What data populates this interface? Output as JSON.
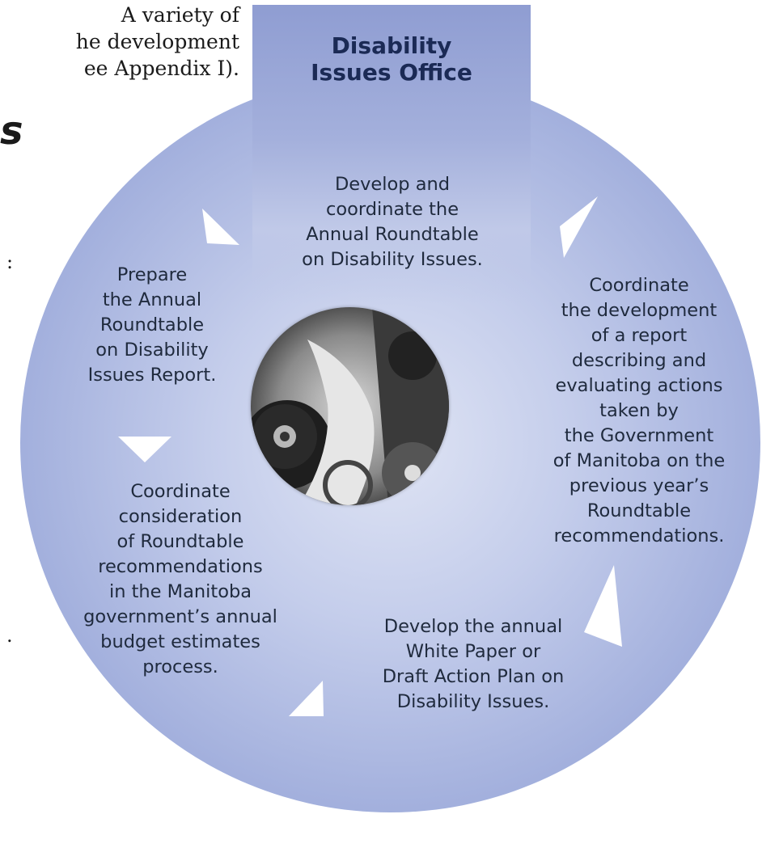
{
  "intro_text": [
    "A variety of",
    "he development",
    "ee Appendix I)."
  ],
  "heading_fragment": "s",
  "stray_marks": [
    ":",
    "."
  ],
  "office_title": [
    "Disability",
    "Issues Office"
  ],
  "nodes": {
    "top": [
      "Develop and",
      "coordinate the",
      "Annual Roundtable",
      "on Disability Issues."
    ],
    "right": [
      "Coordinate",
      "the development",
      "of a report",
      "describing and",
      "evaluating actions",
      "taken by",
      "the Government",
      "of Manitoba on the",
      "previous year’s",
      "Roundtable",
      "recommendations."
    ],
    "bottom": [
      "Develop the annual",
      "White Paper or",
      "Draft Action Plan on",
      "Disability Issues."
    ],
    "lower_left": [
      "Coordinate",
      "consideration",
      "of Roundtable",
      "recommendations",
      "in the Manitoba",
      "government’s annual",
      "budget estimates",
      "process."
    ],
    "upper_left": [
      "Prepare",
      "the Annual",
      "Roundtable",
      "on Disability",
      "Issues Report."
    ]
  },
  "colors": {
    "circle": "#a3b0dd",
    "banner": "#8f9dd2",
    "title": "#1b2a55",
    "arrows": "#ffffff"
  },
  "icons": [
    "gear-photo",
    "cycle-arrow-icon"
  ]
}
